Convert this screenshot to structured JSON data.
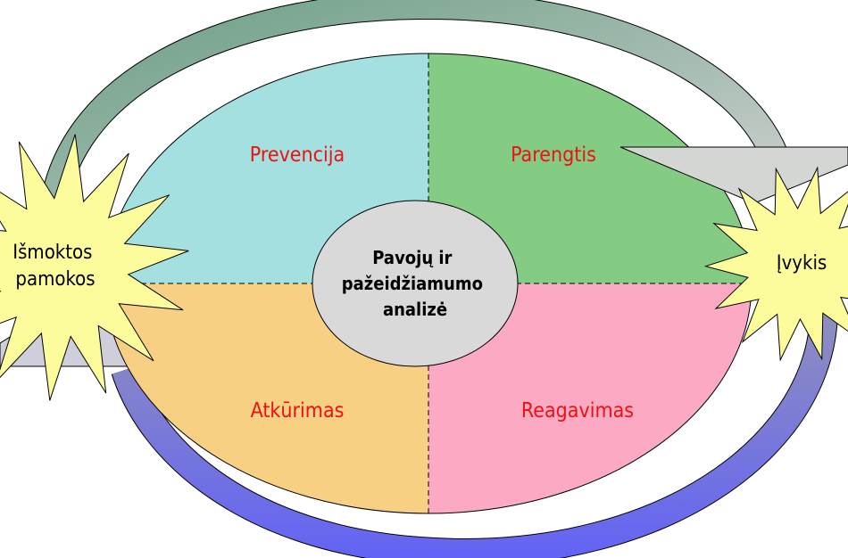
{
  "center": {
    "lines": [
      "Pavojų ir",
      "pažeidžiamumo",
      "analizė"
    ],
    "color": "#d9d9d9"
  },
  "quadrants": [
    {
      "label": "Prevencija",
      "color": "#a4e0e0"
    },
    {
      "label": "Parengtis",
      "color": "#84cc84"
    },
    {
      "label": "Reagavimas",
      "color": "#fcaac4"
    },
    {
      "label": "Atkūrimas",
      "color": "#f8d084"
    }
  ],
  "label_color": "#ee1111",
  "stars": {
    "left": {
      "lines": [
        "Išmoktos",
        "pamokos"
      ]
    },
    "right": {
      "lines": [
        "Įvykis"
      ]
    },
    "color": "#fcfc9c"
  },
  "arrows": {
    "upper": {
      "from_color": "#6a9e84",
      "to_color": "#d4d4d4"
    },
    "lower": {
      "from_color": "#9a9aae",
      "to_color": "#6464f4"
    }
  }
}
